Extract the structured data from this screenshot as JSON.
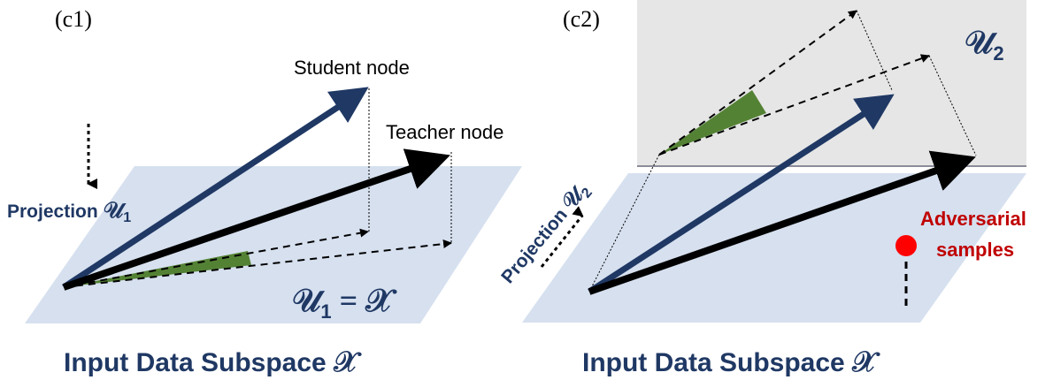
{
  "panel_c1": {
    "label": "(c1)",
    "student_label": "Student node",
    "teacher_label": "Teacher node",
    "projection_prefix": "Projection",
    "projection_symbol": "𝒰",
    "projection_sub": "1",
    "plane_symbol": "𝒰",
    "plane_sub": "1",
    "plane_rest": " = 𝒳",
    "caption_text": "Input Data Subspace ",
    "caption_symbol": "𝒳"
  },
  "panel_c2": {
    "label": "(c2)",
    "upper_symbol": "𝒰",
    "upper_sub": "2",
    "projection_prefix": "Projection ",
    "projection_symbol": "𝒰",
    "projection_sub": "2",
    "adversarial_line1": "Adversarial",
    "adversarial_line2": "samples",
    "caption_text": "Input Data Subspace ",
    "caption_symbol": "𝒳"
  },
  "colors": {
    "navy": "#1f3864",
    "black": "#000000",
    "plane_blue": "#d6e0ef",
    "plane_gray": "#e6e6e6",
    "angle_green": "#548235",
    "adversarial_red": "#c00000",
    "marker_red": "#ff0000"
  }
}
